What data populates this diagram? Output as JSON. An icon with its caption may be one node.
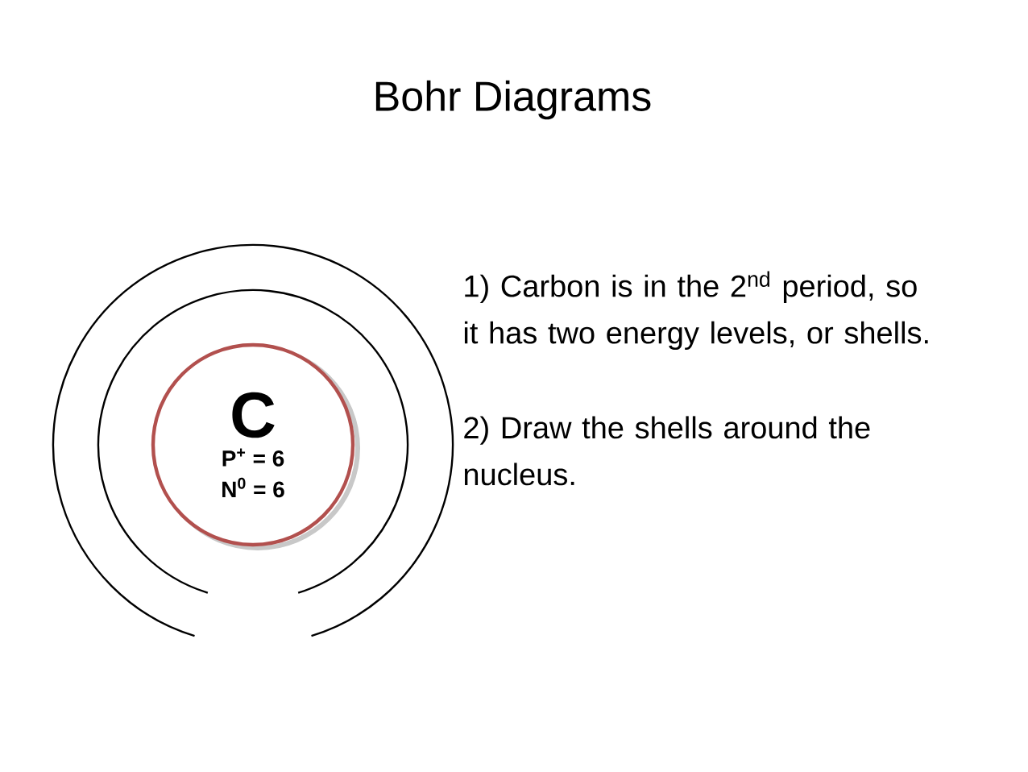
{
  "diagram": {
    "title": "Bohr Diagrams",
    "nodes": [
      {
        "text": [],
        "shape": "circle"
      },
      {
        "text": [],
        "shape": "circle",
        "in": 0
      },
      {
        "in": 1,
        "text": [
          "C",
          "P$^{+}$ = 6",
          "N$^{0}$ = 6"
        ]
      }
    ],
    "labels": [
      "1) Carbon is in the 2$^{nd}$ period, so it has two energy levels, or shells.",
      "2) Draw the shells around the nucleus."
    ]
  }
}
